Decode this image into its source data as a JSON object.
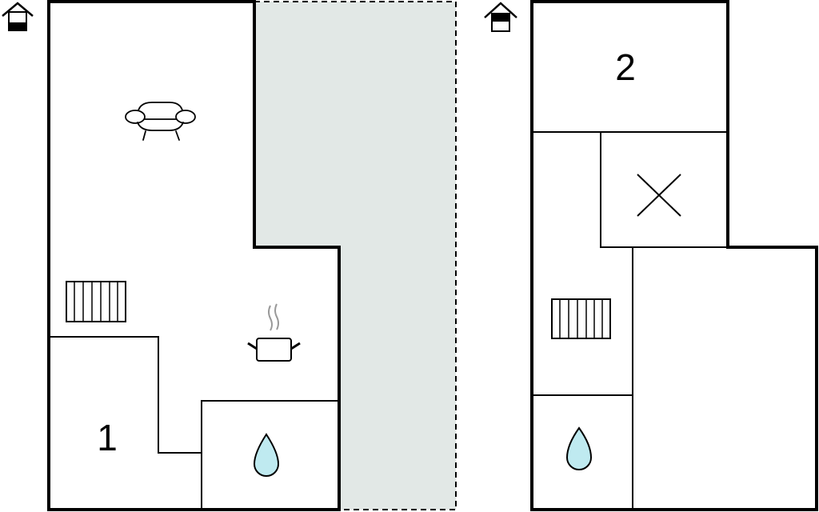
{
  "floors": [
    {
      "id": "ground",
      "indicator_icon": "house-ground-floor-icon",
      "room_number": "1"
    },
    {
      "id": "upper",
      "indicator_icon": "house-upper-floor-icon",
      "room_number": "2"
    }
  ],
  "colors": {
    "terrace": "#e2e8e6",
    "water_drop": "#bfeaf0",
    "wall": "#000000",
    "steam": "#999999"
  }
}
